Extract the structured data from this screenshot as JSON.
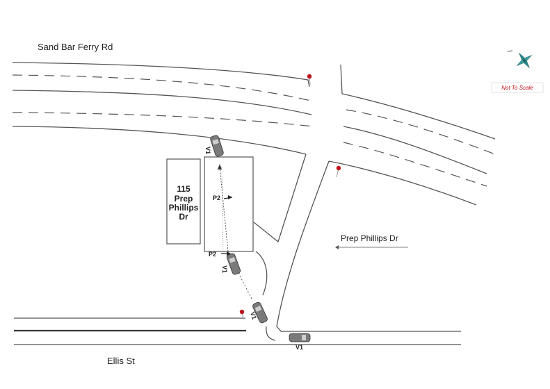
{
  "streets": {
    "sand_bar_ferry": "Sand Bar Ferry Rd",
    "prep_phillips": "Prep Phillips Dr",
    "ellis": "Ellis St"
  },
  "building": {
    "line1": "115",
    "line2": "Prep",
    "line3": "Phillips",
    "line4": "Dr"
  },
  "vehicle_label": "V1",
  "pedestrian_label": "P2",
  "scale_note": "Not To Scale",
  "colors": {
    "road": "#555555",
    "vehicle": "#7a7a7a",
    "sign": "#c0101a",
    "scale_note": "#c0101a",
    "compass": "#2a8a8a"
  }
}
